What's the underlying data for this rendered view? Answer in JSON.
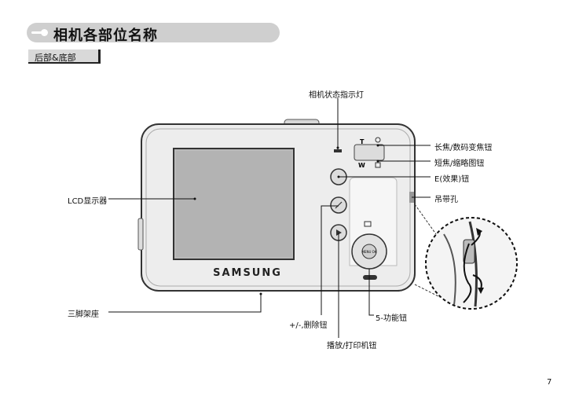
{
  "header": {
    "title": "相机各部位名称",
    "subtitle": "后部&底部"
  },
  "camera": {
    "brand": "SAMSUNG",
    "zoom_t": "T",
    "zoom_w": "W",
    "menu_ok": "MENU OK"
  },
  "labels": {
    "status_lamp": "相机状态指示灯",
    "zoom_tele": "长焦/数码变焦钮",
    "zoom_wide": "短焦/缩略图钮",
    "e_button": "E(效果)钮",
    "strap": "吊带孔",
    "lcd": "LCD显示器",
    "tripod": "三脚架座",
    "plus_minus": "+/-,删除钮",
    "five_func": "5-功能钮",
    "play_print": "播放/打印机钮"
  },
  "footer": {
    "page_number": "7"
  }
}
